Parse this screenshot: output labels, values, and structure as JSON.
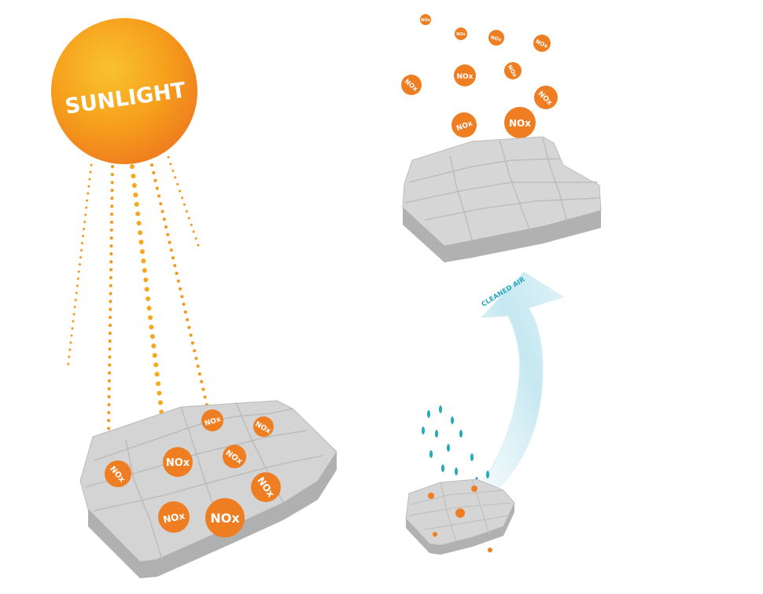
{
  "sun": {
    "label": "SUNLIGHT"
  },
  "pollutant": {
    "label": "NOx"
  },
  "cleaned_air": {
    "label": "CLEANED AIR"
  },
  "colors": {
    "sun_core": "#f7a21b",
    "sun_edge": "#f07f1e",
    "nox": "#ef7d22",
    "ray": "#f39a1c",
    "ray_light": "#f7bf2a",
    "paver_top": "#d8d8d8",
    "paver_side": "#b3b3b3",
    "air": "#bfe3ee",
    "rain": "#24a9b6"
  }
}
